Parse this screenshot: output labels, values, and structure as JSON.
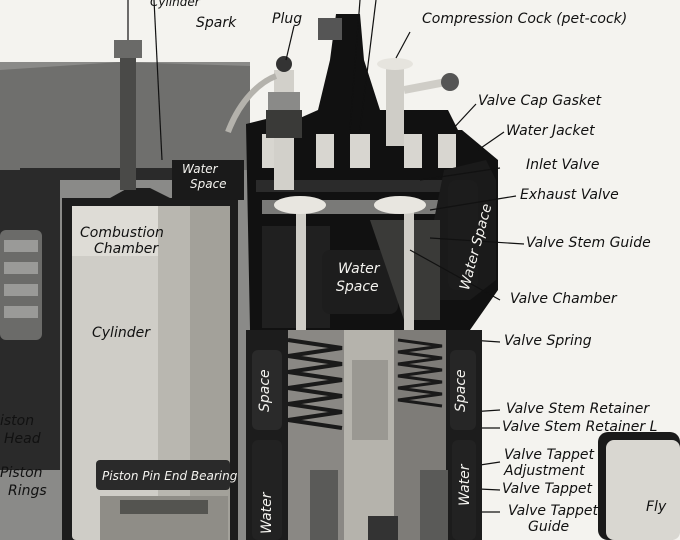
{
  "labels": {
    "cylinder_top": "Cylinder",
    "spark_plug_1": "Spark",
    "spark_plug_2": "Plug",
    "compression_cock": "Compression Cock (pet-cock)",
    "valve_cap_gasket": "Valve Cap Gasket",
    "water_jacket": "Water Jacket",
    "inlet_valve": "Inlet Valve",
    "exhaust_valve": "Exhaust Valve",
    "valve_stem_guide": "Valve Stem Guide",
    "valve_chamber": "Valve Chamber",
    "valve_spring": "Valve Spring",
    "valve_stem_retainer": "Valve Stem Retainer",
    "valve_stem_retainer_lock": "Valve Stem Retainer L",
    "valve_tappet_adjustment_1": "Valve Tappet",
    "valve_tappet_adjustment_2": "Adjustment",
    "valve_tappet": "Valve Tappet",
    "valve_tappet_guide_1": "Valve Tappet",
    "valve_tappet_guide_2": "Guide",
    "combustion_chamber_1": "Combustion",
    "combustion_chamber_2": "Chamber",
    "cylinder": "Cylinder",
    "piston_head_1": "iston",
    "piston_head_2": "Head",
    "piston_rings_1": "Piston",
    "piston_rings_2": "Rings",
    "piston_pin_end_bearing": "Piston Pin End Bearing",
    "water_space_top_1": "Water",
    "water_space_top_2": "Space",
    "water_space_center_1": "Water",
    "water_space_center_2": "Space",
    "water_space_right": "Water Space",
    "space_left": "Space",
    "space_right": "Space",
    "water_bottom_left": "Water",
    "water_bottom_right": "Water",
    "fly": "Fly"
  }
}
